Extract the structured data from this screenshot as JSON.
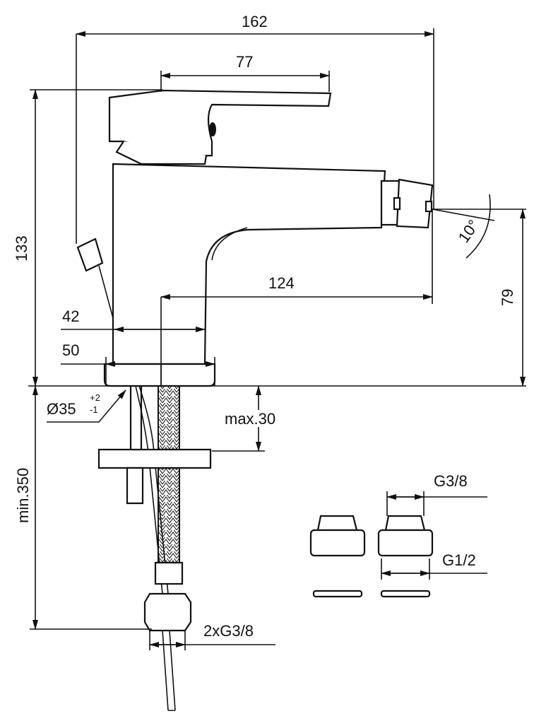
{
  "dimensions": {
    "total_width": "162",
    "lever_length": "77",
    "total_height": "133",
    "spout_reach": "124",
    "spout_height": "79",
    "spout_angle": "10°",
    "body_width_42": "42",
    "base_width_50": "50",
    "base_diameter": "Ø35",
    "base_diameter_tol_plus": "+2",
    "base_diameter_tol_minus": "-1",
    "max_deck_thickness": "max.30",
    "min_hose_length": "min.350",
    "hose_connection": "2xG3/8",
    "adapter_inner_thread": "G3/8",
    "adapter_outer_thread": "G1/2"
  }
}
